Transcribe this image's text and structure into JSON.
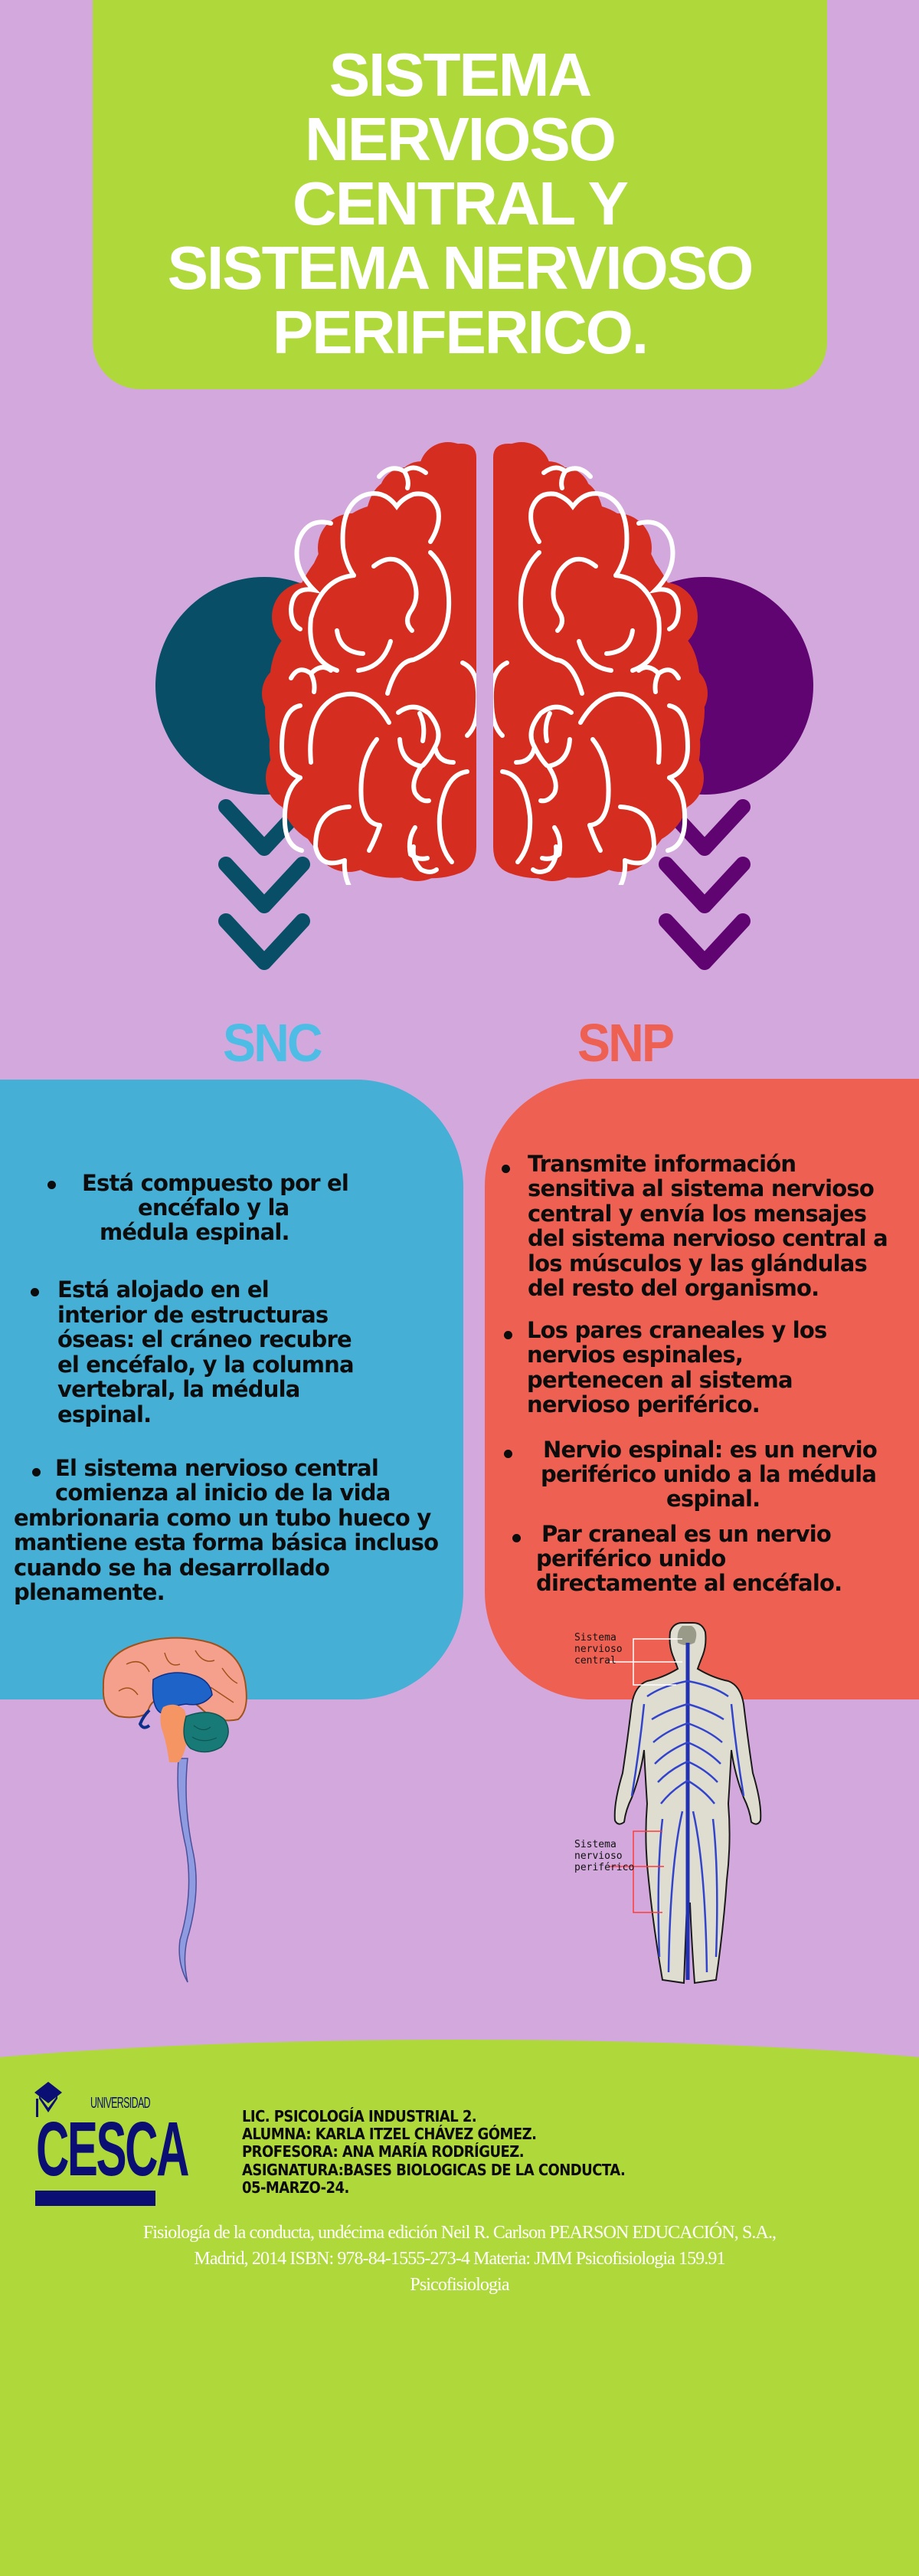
{
  "title": {
    "lines": [
      "SISTEMA",
      "NERVIOSO",
      "CENTRAL Y",
      "SISTEMA NERVIOSO",
      "PERIFERICO."
    ]
  },
  "colors": {
    "background": "#D3A9DD",
    "title_bg": "#AFD93A",
    "snc_accent": "#4DBDE5",
    "snc_box": "#45AFD6",
    "snp_accent": "#EE6152",
    "snp_box": "#EE6152",
    "brain": "#D52E21",
    "left_circle": "#084E66",
    "right_circle": "#5F0471",
    "footer_bg": "#AFD93A",
    "logo": "#0B0F73"
  },
  "illustration": {
    "main_icon": "brain-icon",
    "left_chevrons": 3,
    "right_chevrons": 3
  },
  "snc": {
    "heading": "SNC",
    "bullets": [
      {
        "lines": [
          "Está compuesto por el",
          "encéfalo y la",
          "médula espinal."
        ]
      },
      {
        "lines": [
          "Está alojado en el",
          "interior de estructuras",
          "óseas: el cráneo recubre",
          "el encéfalo, y la columna",
          "vertebral, la médula",
          "espinal."
        ]
      },
      {
        "lines": [
          "El sistema nervioso central",
          "comienza al inicio de la vida",
          "embrionaria como un tubo hueco y",
          "mantiene esta forma básica incluso",
          "cuando se ha desarrollado",
          "plenamente."
        ]
      }
    ],
    "image": "sagittal-brain-spinal-cord-illustration"
  },
  "snp": {
    "heading": "SNP",
    "bullets": [
      {
        "lines": [
          "Transmite información",
          "sensitiva al sistema nervioso",
          "central y envía los mensajes",
          "del sistema nervioso central a",
          "los músculos y las glándulas",
          "del resto del organismo."
        ]
      },
      {
        "lines": [
          "Los pares craneales y los",
          "nervios espinales,",
          "pertenecen al sistema",
          "nervioso periférico."
        ]
      },
      {
        "lines": [
          "Nervio espinal: es un nervio",
          "periférico unido a la médula",
          "espinal."
        ]
      },
      {
        "lines": [
          "Par craneal es un nervio",
          "periférico unido",
          "directamente al encéfalo."
        ]
      }
    ],
    "diagram": {
      "label_central": [
        "Sistema",
        "nervioso",
        "central"
      ],
      "label_peripheral": [
        "Sistema",
        "nervioso",
        "periférico"
      ]
    }
  },
  "footer": {
    "logo": {
      "top_text": "UNIVERSIDAD",
      "name": "CESCA"
    },
    "info_lines": [
      "LIC. PSICOLOGÍA INDUSTRIAL 2.",
      "ALUMNA: KARLA ITZEL CHÁVEZ GÓMEZ.",
      "PROFESORA: ANA MARÍA RODRÍGUEZ.",
      "ASIGNATURA:BASES BIOLOGICAS DE LA CONDUCTA.",
      "05-MARZO-24."
    ],
    "citation_lines": [
      "Fisiología de la conducta, undécima edición Neil R. Carlson PEARSON EDUCACIÓN, S.A.,",
      "Madrid, 2014 ISBN: 978-84-1555-273-4 Materia: JMM Psicofisiologia 159.91",
      "Psicofisiologia"
    ]
  }
}
